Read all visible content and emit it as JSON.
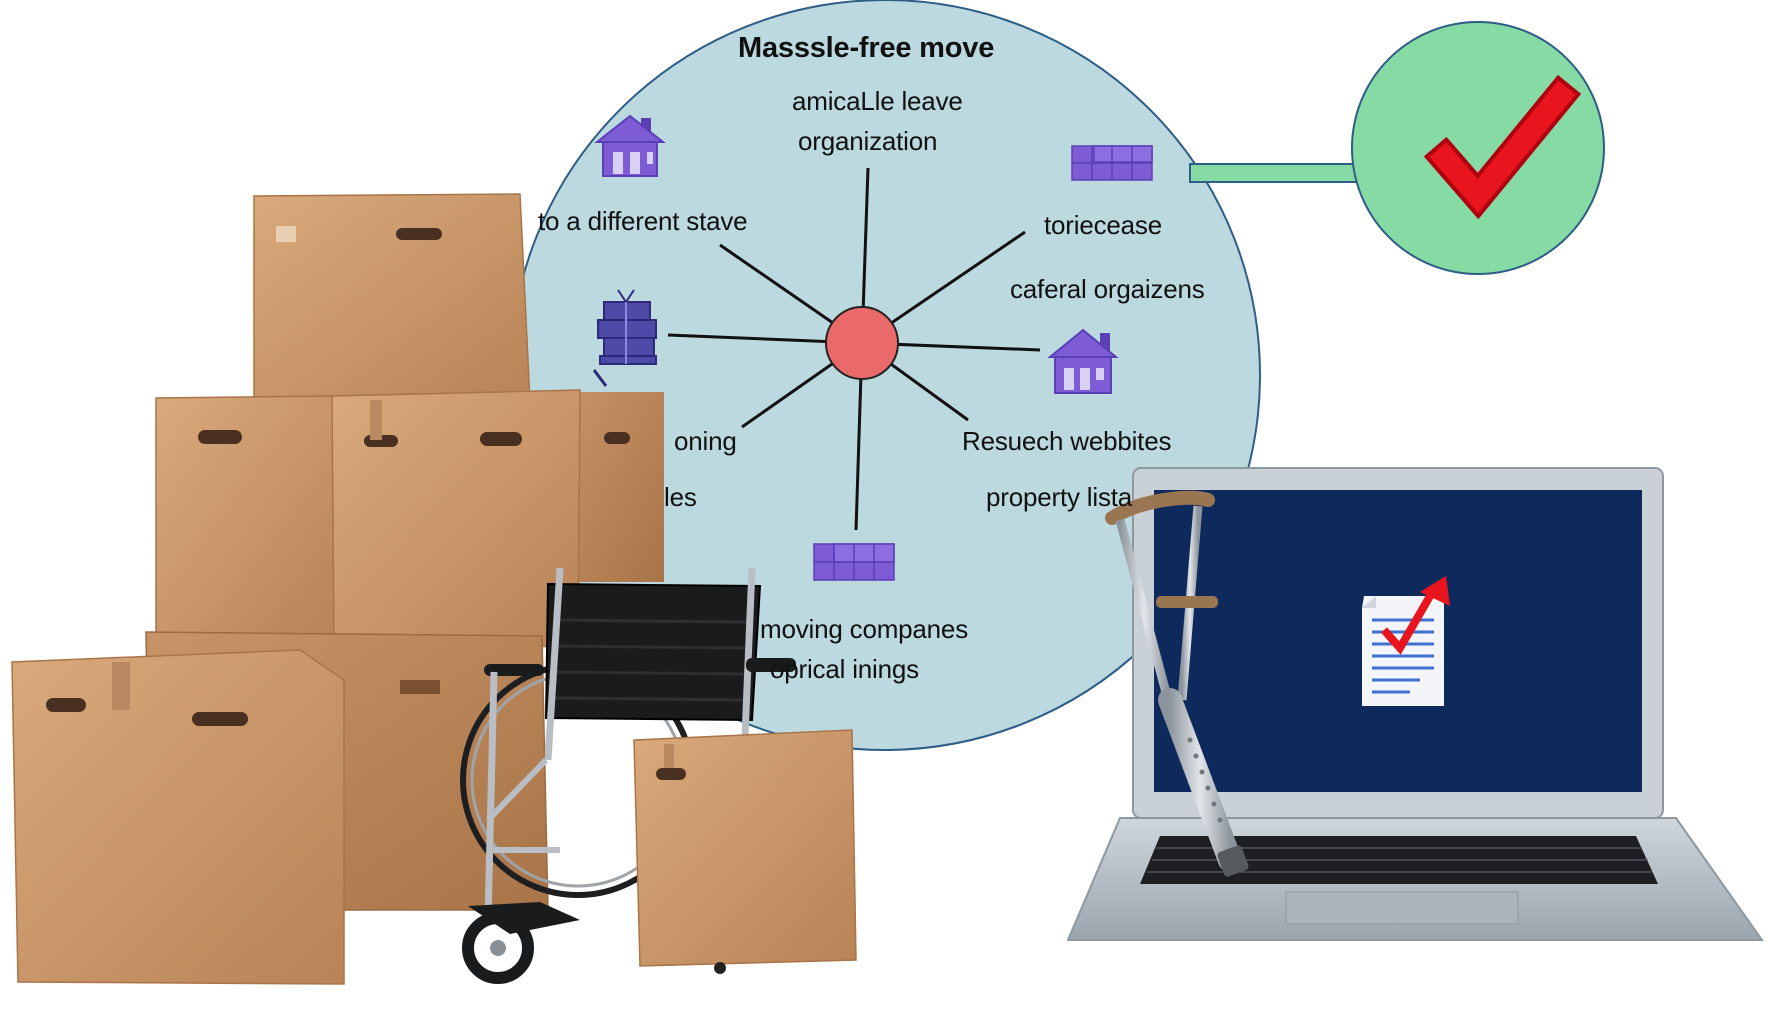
{
  "diagram": {
    "title": "Masssle-free move",
    "labels": [
      {
        "id": "amicalle",
        "text": "amicaLle leave"
      },
      {
        "id": "organization",
        "text": "organization"
      },
      {
        "id": "different-stave",
        "text": "to a different stave"
      },
      {
        "id": "toriecease",
        "text": "toriecease"
      },
      {
        "id": "caferal",
        "text": "caferal orgaizens"
      },
      {
        "id": "oning",
        "text": "oning"
      },
      {
        "id": "les",
        "text": "les"
      },
      {
        "id": "resuech",
        "text": "Resuech webbites"
      },
      {
        "id": "property",
        "text": "property lista"
      },
      {
        "id": "moving",
        "text": "moving companes"
      },
      {
        "id": "oprical",
        "text": "oprical inings"
      }
    ],
    "colors": {
      "circle_fill": "#bdd9e0",
      "circle_stroke": "#2e5d86",
      "hub": "#ea6a6a",
      "icon": "#7d5cd6",
      "check_circle": "#86dba4",
      "check_mark": "#e8141e",
      "laptop_screen": "#0e2a5c",
      "box": "#c8966a"
    }
  },
  "icons": [
    {
      "name": "house-icon"
    },
    {
      "name": "grid-icon"
    },
    {
      "name": "gift-stack-icon"
    },
    {
      "name": "house-icon-2"
    },
    {
      "name": "grid-icon-2"
    },
    {
      "name": "check-icon"
    },
    {
      "name": "document-check-icon"
    }
  ],
  "objects": [
    "cardboard-boxes",
    "wheelchair",
    "crutch",
    "laptop"
  ]
}
